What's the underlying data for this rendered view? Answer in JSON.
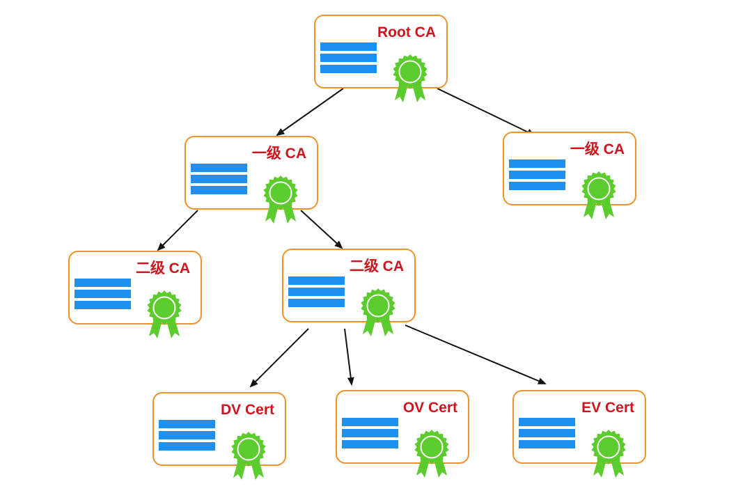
{
  "colors": {
    "card_border": "#F0922B",
    "card_fill": "#FFFFFF",
    "title_text": "#D0141E",
    "info_bars": "#1E90F0",
    "seal_green": "#5CCB2E",
    "seal_ring": "#FFFFFF",
    "arrow": "#111111"
  },
  "nodes": {
    "root": {
      "title": "Root CA",
      "icon": "certificate-seal-icon"
    },
    "l1_left": {
      "title": "一级 CA",
      "icon": "certificate-seal-icon"
    },
    "l1_right": {
      "title": "一级 CA",
      "icon": "certificate-seal-icon"
    },
    "l2_left": {
      "title": "二级 CA",
      "icon": "certificate-seal-icon"
    },
    "l2_right": {
      "title": "二级 CA",
      "icon": "certificate-seal-icon"
    },
    "dv": {
      "title": "DV Cert",
      "icon": "certificate-seal-icon"
    },
    "ov": {
      "title": "OV Cert",
      "icon": "certificate-seal-icon"
    },
    "ev": {
      "title": "EV Cert",
      "icon": "certificate-seal-icon"
    }
  },
  "edges": [
    {
      "from": "root",
      "to": "l1_left"
    },
    {
      "from": "root",
      "to": "l1_right"
    },
    {
      "from": "l1_left",
      "to": "l2_left"
    },
    {
      "from": "l1_left",
      "to": "l2_right"
    },
    {
      "from": "l2_right",
      "to": "dv"
    },
    {
      "from": "l2_right",
      "to": "ov"
    },
    {
      "from": "l2_right",
      "to": "ev"
    }
  ]
}
